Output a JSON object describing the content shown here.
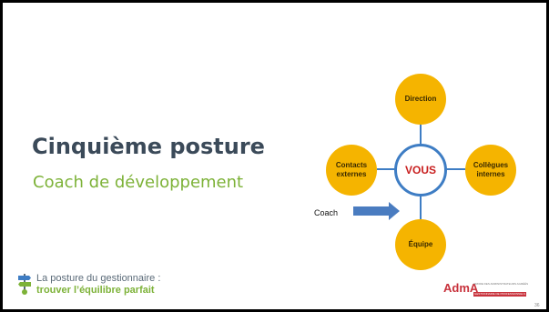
{
  "slide": {
    "title": "Cinquième posture",
    "subtitle": "Coach de développement",
    "page_number": "36"
  },
  "diagram": {
    "center": "VOUS",
    "top": "Direction",
    "left": "Contacts externes",
    "right": "Collègues internes",
    "bottom": "Équipe",
    "arrow_label": "Coach"
  },
  "footer": {
    "line1": "La posture du gestionnaire :",
    "line2": "trouver l’équilibre parfait",
    "brand": "AdmA",
    "brand_small": "ORDRE DES ADMINISTRATEURS AGRÉÉS",
    "brand_bar": "GESTIONNAIRE DE PROFESSIONNELS"
  },
  "colors": {
    "node_fill": "#f5b400",
    "center_border": "#3e7dc4",
    "center_text": "#c81e1e",
    "title": "#3b4a59",
    "subtitle": "#7db238",
    "arrow": "#4a7cc0"
  }
}
